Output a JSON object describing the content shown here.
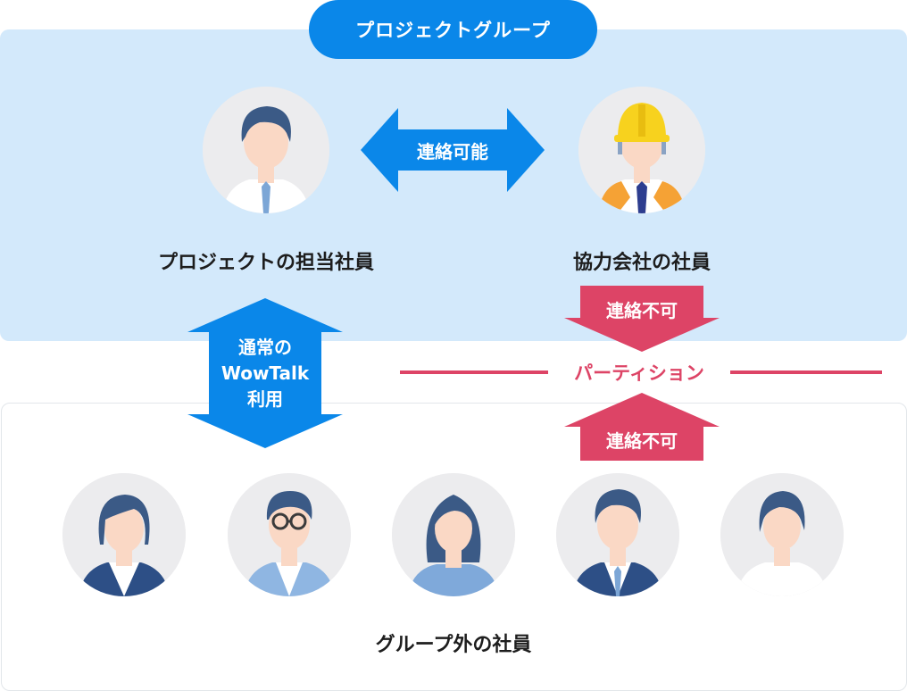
{
  "group": {
    "title": "プロジェクトグループ"
  },
  "nodes": {
    "project_staff": {
      "label": "プロジェクトの担当社員"
    },
    "partner_staff": {
      "label": "協力会社の社員"
    },
    "outside_staff": {
      "label": "グループ外の社員"
    }
  },
  "arrows": {
    "contact_possible": "連絡可能",
    "normal_use_line1": "通常の",
    "normal_use_line2": "WowTalk",
    "normal_use_line3": "利用",
    "no_contact_down": "連絡不可",
    "no_contact_up": "連絡不可"
  },
  "partition": {
    "label": "パーティション"
  },
  "colors": {
    "group_bg": "#d3e9fb",
    "blue": "#0a87e9",
    "red": "#dd4466",
    "avatar_bg": "#ececee",
    "skin": "#fad8c5",
    "hair": "#3b5a86"
  },
  "icons": {
    "avatars": [
      "person-avatar-icon",
      "worker-helmet-avatar-icon",
      "woman-avatar-icon",
      "man-glasses-avatar-icon",
      "woman-long-hair-avatar-icon",
      "man-suit-avatar-icon",
      "woman-short-hair-avatar-icon"
    ]
  }
}
